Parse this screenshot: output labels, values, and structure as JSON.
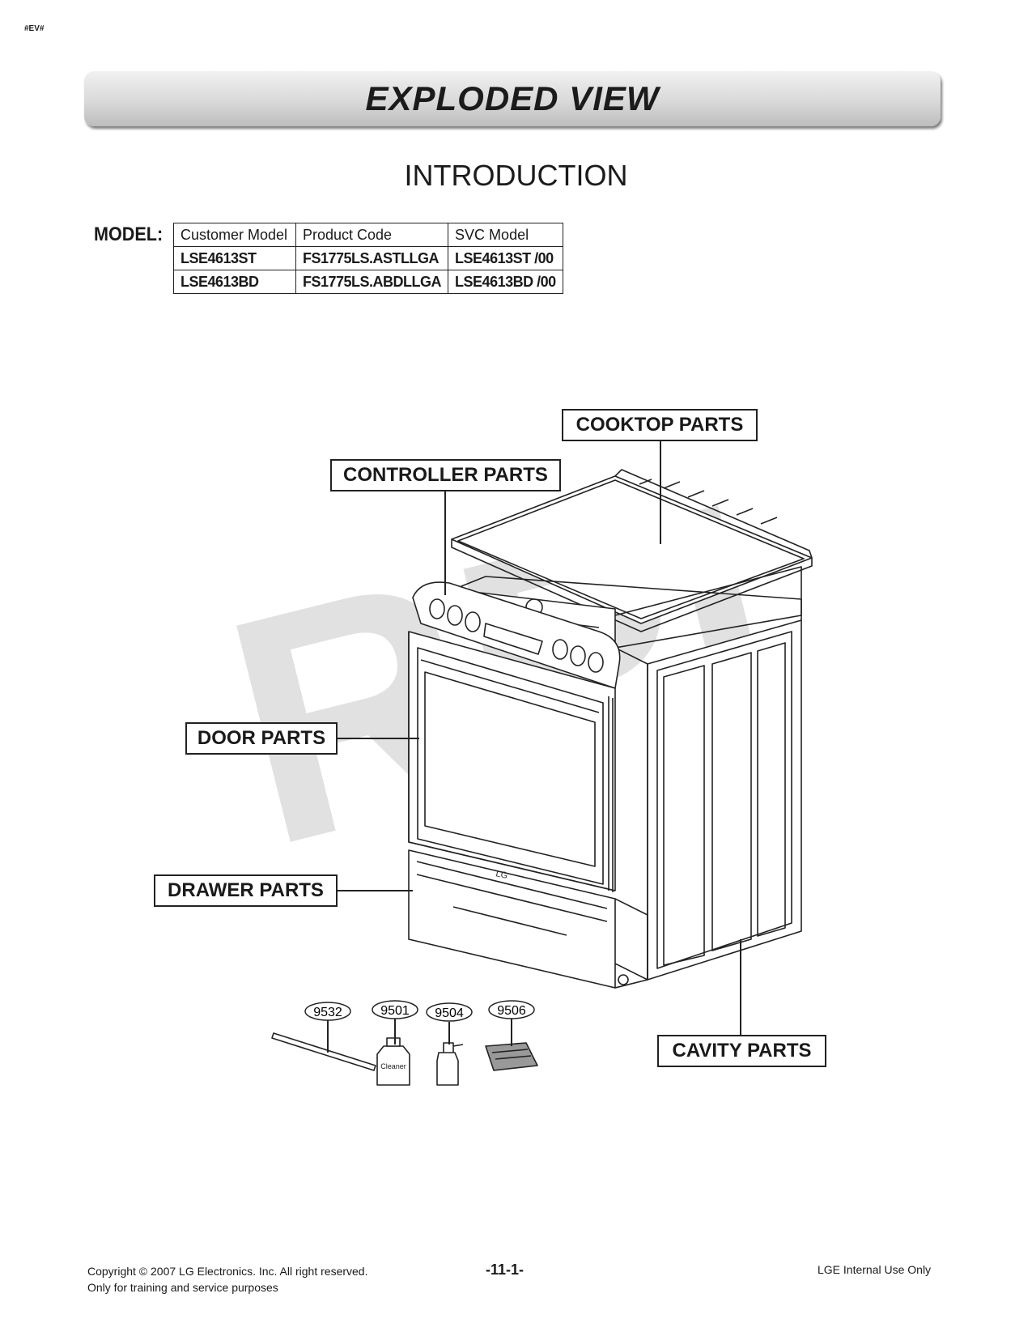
{
  "doc_tag": "#EV#",
  "banner_title": "EXPLODED VIEW",
  "section_title": "INTRODUCTION",
  "model_label": "MODEL:",
  "model_table": {
    "headers": [
      "Customer Model",
      "Product Code",
      "SVC Model"
    ],
    "rows": [
      [
        "LSE4613ST",
        "FS1775LS.ASTLLGA",
        "LSE4613ST /00"
      ],
      [
        "LSE4613BD",
        "FS1775LS.ABDLLGA",
        "LSE4613BD  /00"
      ]
    ]
  },
  "callouts": {
    "cooktop": "COOKTOP PARTS",
    "controller": "CONTROLLER PARTS",
    "door": "DOOR PARTS",
    "drawer": "DRAWER PARTS",
    "cavity": "CAVITY PARTS"
  },
  "accessories": [
    {
      "number": "9532"
    },
    {
      "number": "9501",
      "label": "Cleaner"
    },
    {
      "number": "9504"
    },
    {
      "number": "9506"
    }
  ],
  "oven_logo": "LG",
  "watermark": "RPI",
  "footer": {
    "copyright": "Copyright © 2007 LG Electronics. Inc. All right reserved.",
    "purpose": "Only for training and service purposes",
    "page_number": "-11-1-",
    "internal": "LGE Internal Use Only"
  }
}
